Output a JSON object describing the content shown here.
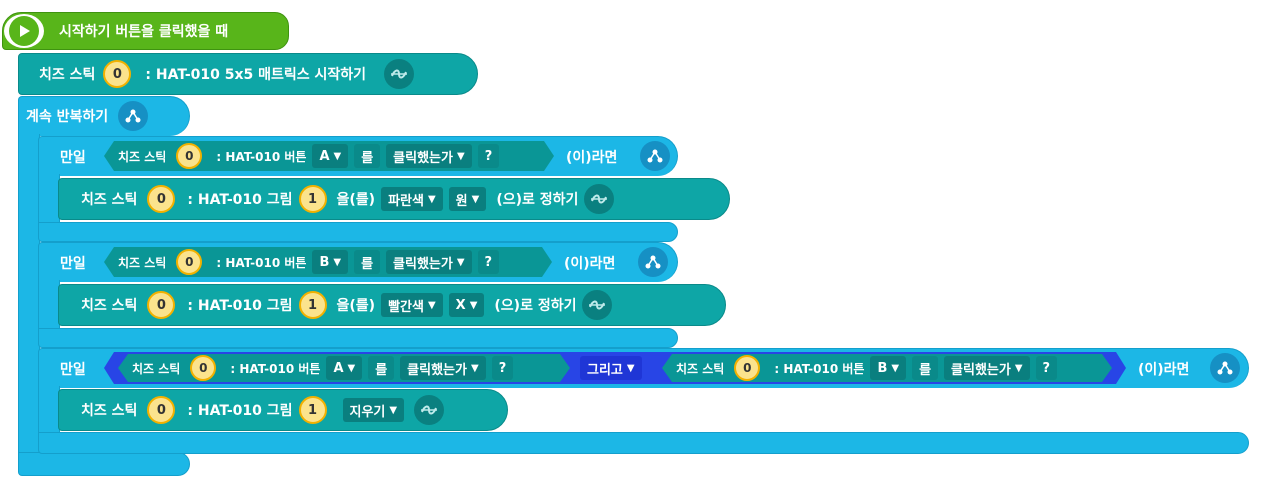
{
  "event": {
    "label": "시작하기 버튼을 클릭했을 때"
  },
  "matrix_start": {
    "prefix": "치즈 스틱",
    "port": "0",
    "suffix": ": HAT-010 5x5 매트릭스 시작하기"
  },
  "loop": {
    "label": "계속 반복하기"
  },
  "if_labels": {
    "if": "만일",
    "then": "(이)라면"
  },
  "cond1": {
    "prefix": "치즈 스틱",
    "port": "0",
    "device": ": HAT-010 버튼",
    "button": "A",
    "particle": "를",
    "action": "클릭했는가",
    "q": "?"
  },
  "cond2": {
    "prefix": "치즈 스틱",
    "port": "0",
    "device": ": HAT-010 버튼",
    "button": "B",
    "particle": "를",
    "action": "클릭했는가",
    "q": "?"
  },
  "cond3": {
    "left": {
      "prefix": "치즈 스틱",
      "port": "0",
      "device": ": HAT-010 버튼",
      "button": "A",
      "particle": "를",
      "action": "클릭했는가",
      "q": "?"
    },
    "op": "그리고",
    "right": {
      "prefix": "치즈 스틱",
      "port": "0",
      "device": ": HAT-010 버튼",
      "button": "B",
      "particle": "를",
      "action": "클릭했는가",
      "q": "?"
    }
  },
  "draw1": {
    "prefix": "치즈 스틱",
    "port": "0",
    "device": ": HAT-010 그림",
    "num": "1",
    "particle": "을(를)",
    "color": "파란색",
    "shape": "원",
    "suffix": "(으)로 정하기"
  },
  "draw2": {
    "prefix": "치즈 스틱",
    "port": "0",
    "device": ": HAT-010 그림",
    "num": "1",
    "particle": "을(를)",
    "color": "빨간색",
    "shape": "X",
    "suffix": "(으)로 정하기"
  },
  "draw3": {
    "prefix": "치즈 스틱",
    "port": "0",
    "device": ": HAT-010 그림",
    "num": "1",
    "action": "지우기"
  },
  "colors": {
    "event": "#58b51a",
    "hardware": "#0ea6a6",
    "flow": "#1cb7e6",
    "operator": "#1f36d6",
    "number": "#fbe38d"
  }
}
